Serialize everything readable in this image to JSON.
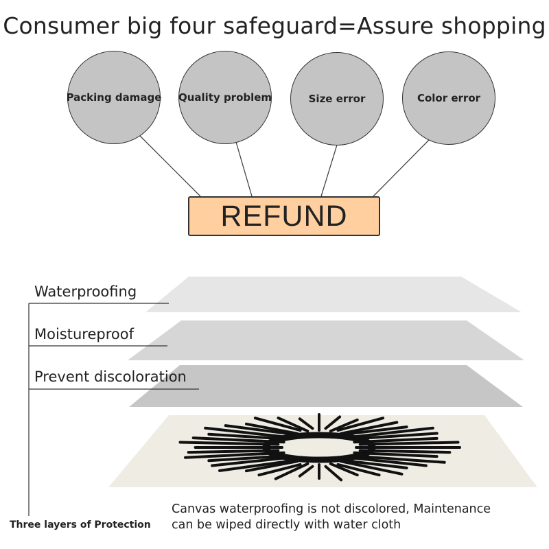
{
  "title": "Consumer big four safeguard=Assure shopping",
  "reasons": [
    {
      "label": "Packing damage"
    },
    {
      "label": "Quality problem"
    },
    {
      "label": "Size error"
    },
    {
      "label": "Color error"
    }
  ],
  "refund_label": "REFUND",
  "layers": [
    {
      "label": "Waterproofing"
    },
    {
      "label": "Moistureproof"
    },
    {
      "label": "Prevent discoloration"
    }
  ],
  "protection_label": "Three layers of Protection",
  "caption": {
    "line1": "Canvas waterproofing is not discolored, Maintenance",
    "line2": "can be wiped directly with water cloth"
  },
  "colors": {
    "circle_fill": "#c4c4c4",
    "refund_fill": "#ffcfa0",
    "layer_top": "#e6e6e6",
    "layer_middle": "#d6d6d6",
    "layer_bottom": "#c6c6c6",
    "canvas": "#efece4"
  }
}
